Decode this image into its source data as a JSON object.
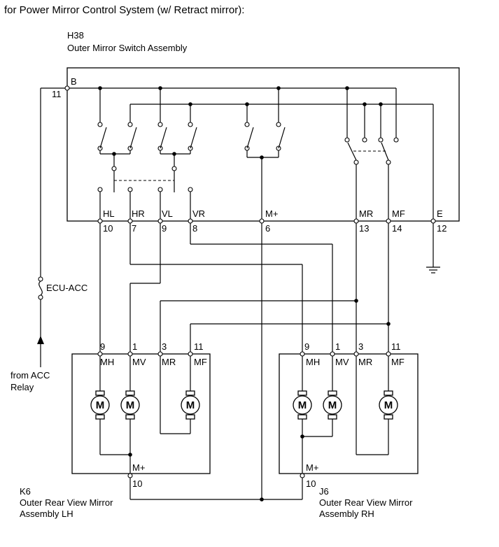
{
  "title": "for Power Mirror Control System (w/ Retract mirror):",
  "switch_assembly": {
    "code": "H38",
    "name": "Outer Mirror Switch Assembly",
    "pin_b_label": "B",
    "pin_b_number": "11",
    "pins": [
      {
        "label": "HL",
        "number": "10"
      },
      {
        "label": "HR",
        "number": "7"
      },
      {
        "label": "VL",
        "number": "9"
      },
      {
        "label": "VR",
        "number": "8"
      },
      {
        "label": "M+",
        "number": "6"
      },
      {
        "label": "MR",
        "number": "13"
      },
      {
        "label": "MF",
        "number": "14"
      },
      {
        "label": "E",
        "number": "12"
      }
    ]
  },
  "fuse": {
    "label": "ECU-ACC"
  },
  "source": {
    "line1": "from ACC",
    "line2": "Relay"
  },
  "mirror_lh": {
    "code": "K6",
    "name_line1": "Outer Rear View Mirror",
    "name_line2": "Assembly LH",
    "pins": [
      {
        "label": "MH",
        "number": "9"
      },
      {
        "label": "MV",
        "number": "1"
      },
      {
        "label": "MR",
        "number": "3"
      },
      {
        "label": "MF",
        "number": "11"
      }
    ],
    "common_label": "M+",
    "common_number": "10"
  },
  "mirror_rh": {
    "code": "J6",
    "name_line1": "Outer Rear View Mirror",
    "name_line2": "Assembly RH",
    "pins": [
      {
        "label": "MH",
        "number": "9"
      },
      {
        "label": "MV",
        "number": "1"
      },
      {
        "label": "MR",
        "number": "3"
      },
      {
        "label": "MF",
        "number": "11"
      }
    ],
    "common_label": "M+",
    "common_number": "10"
  },
  "motor_symbol": "M"
}
